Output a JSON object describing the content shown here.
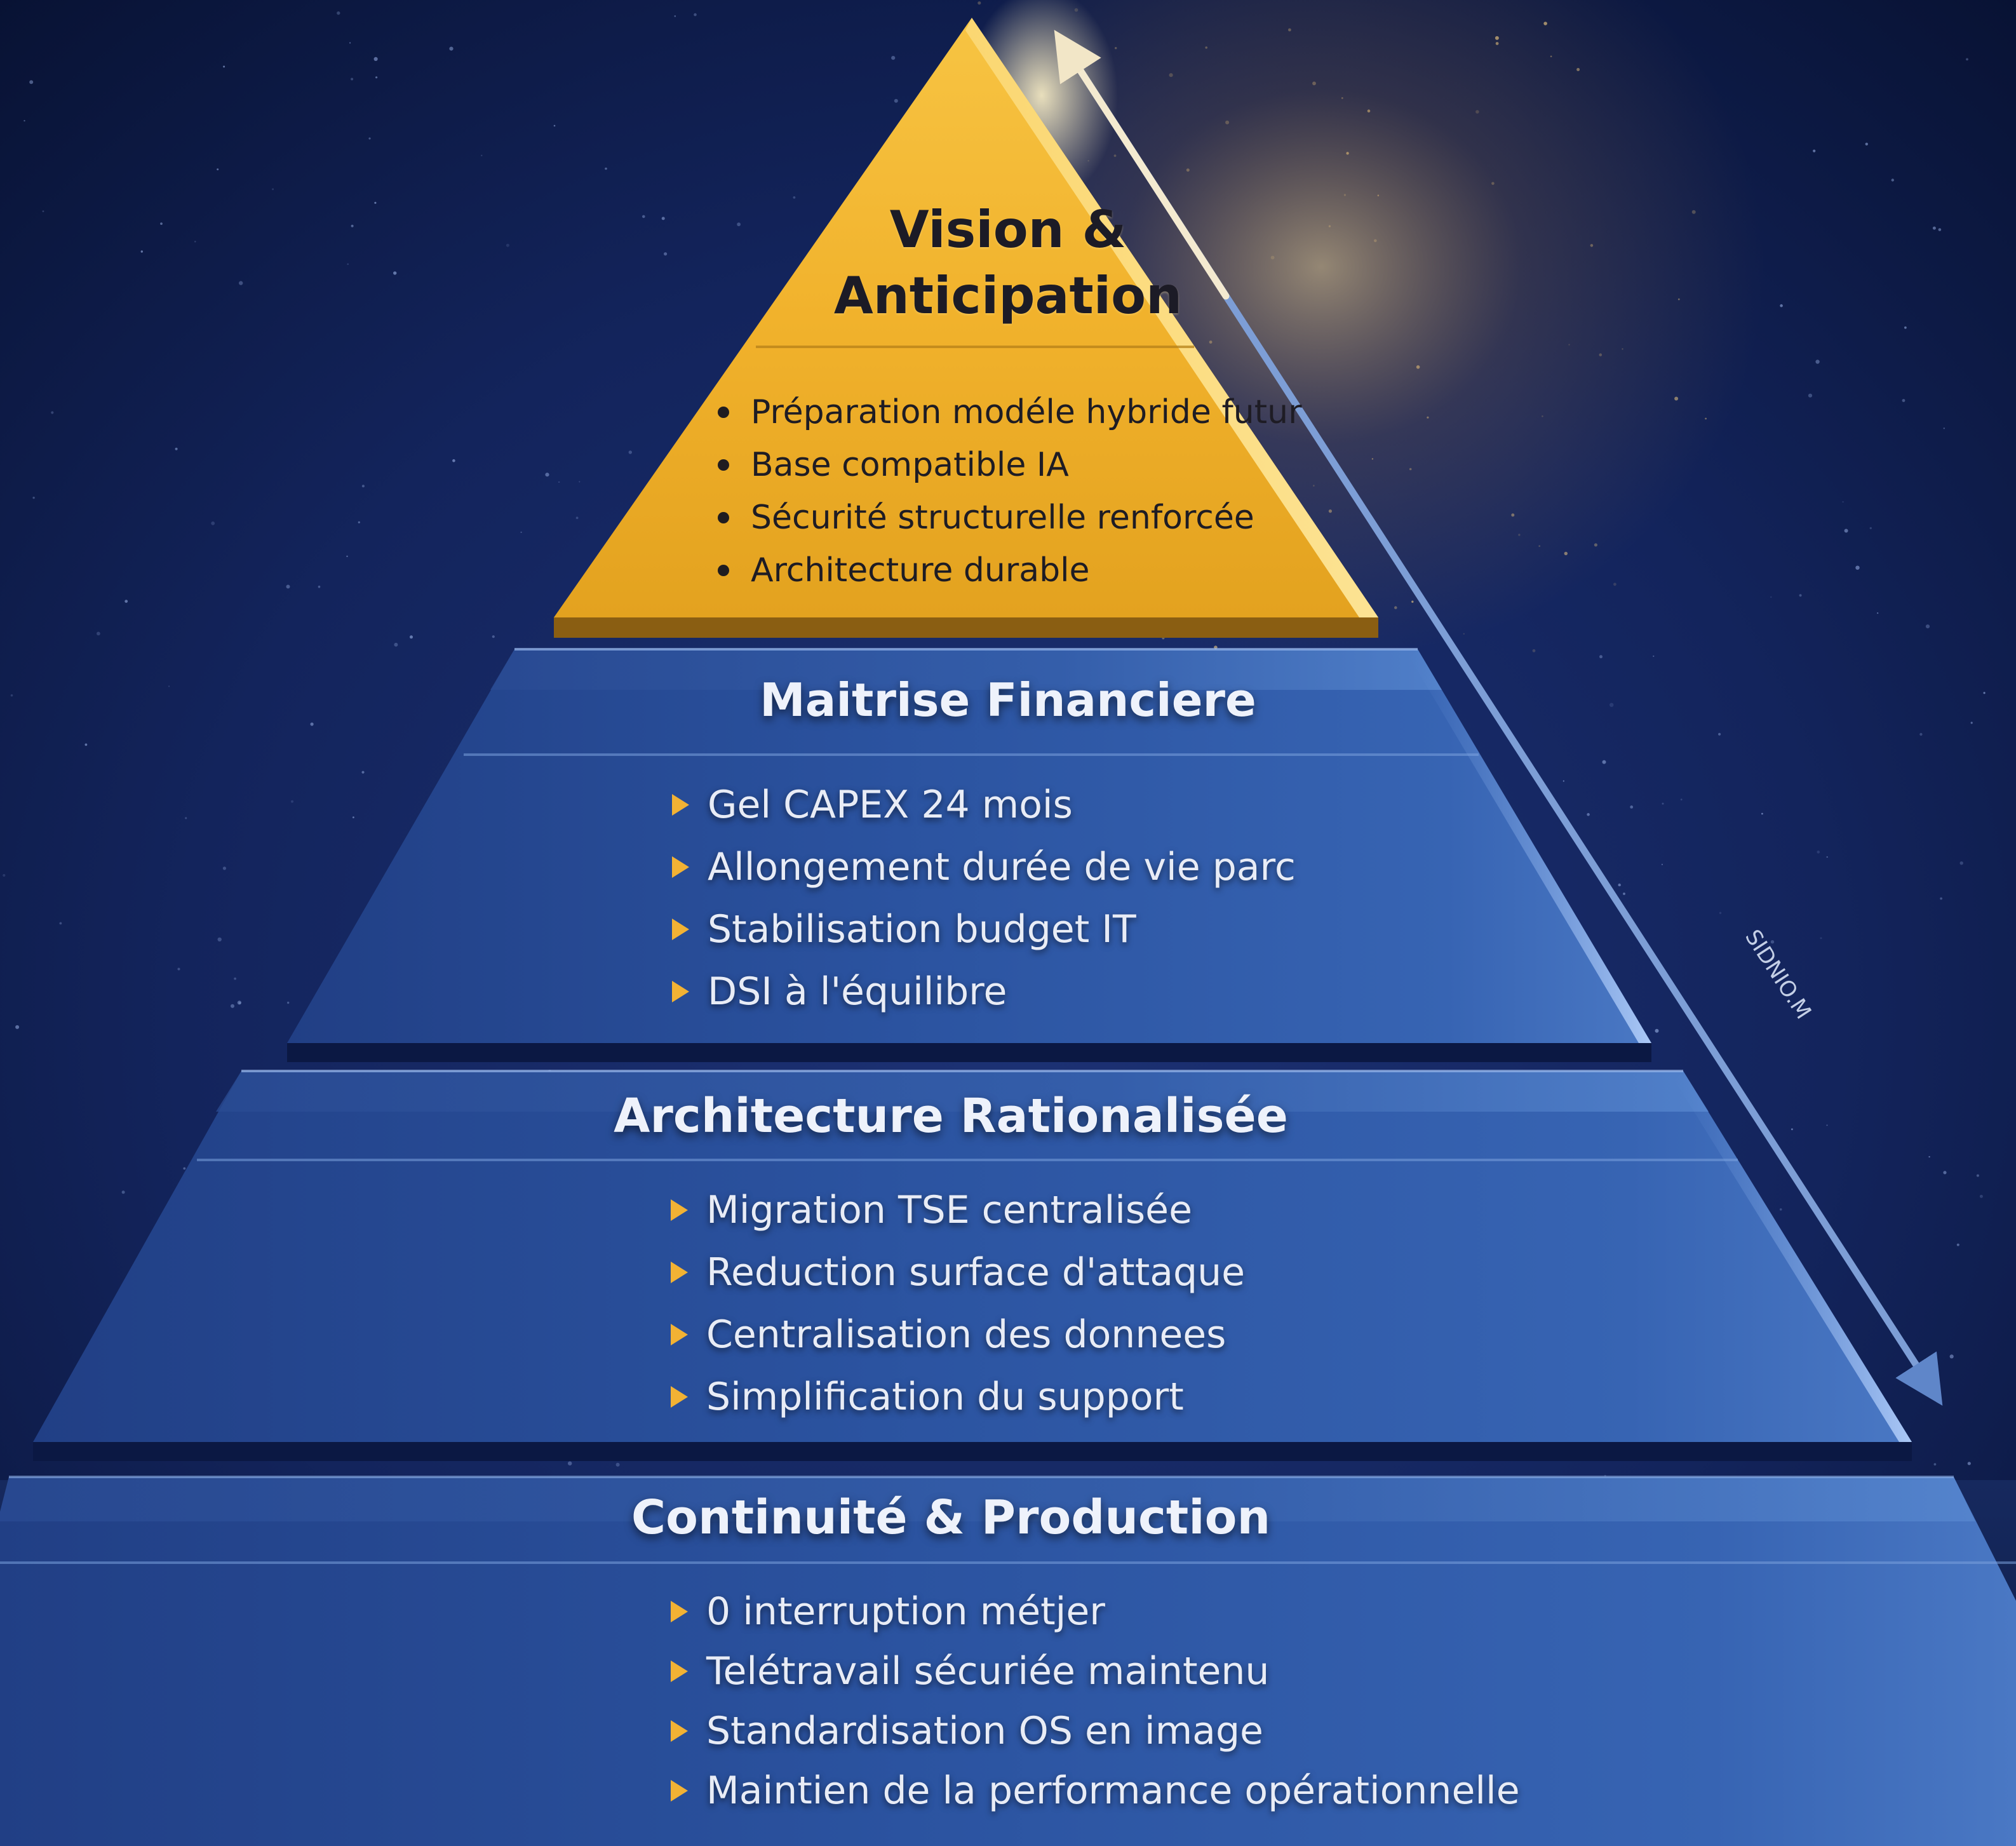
{
  "pyramid": {
    "arrow_label": "SIDNIO.M",
    "levels": [
      {
        "id": "vision",
        "title_lines": [
          "Vision &",
          "Anticipation"
        ],
        "bullet_style": "dot",
        "items": [
          "Préparation modéle hybride futur",
          "Base compatible IA",
          "Sécurité structurelle renforcée",
          "Architecture durable"
        ]
      },
      {
        "id": "finance",
        "title": "Maitrise Financiere",
        "bullet_style": "triangle",
        "items": [
          "Gel CAPEX 24 mois",
          "Allongement durée de vie parc",
          "Stabilisation budget IT",
          "DSI à l'équilibre"
        ]
      },
      {
        "id": "architecture",
        "title": "Architecture Rationalisée",
        "bullet_style": "triangle",
        "items": [
          "Migration TSE centralisée",
          "Reduction surface d'attaque",
          "Centralisation des donnees",
          "Simplification du support"
        ]
      },
      {
        "id": "continuity",
        "title": "Continuité & Production",
        "bullet_style": "triangle",
        "items": [
          "0 interruption métjer",
          "Telétravail sécuriée maintenu",
          "Standardisation OS en image",
          "Maintien de la performance opérationnelle"
        ]
      }
    ]
  },
  "colors": {
    "background": "#0a1640",
    "gold": "#f2b22e",
    "blue_layer": "#2f5aa6",
    "bullet_arrow": "#f2b234",
    "text_light": "#eef2fb",
    "text_dark": "#1c1b26"
  }
}
